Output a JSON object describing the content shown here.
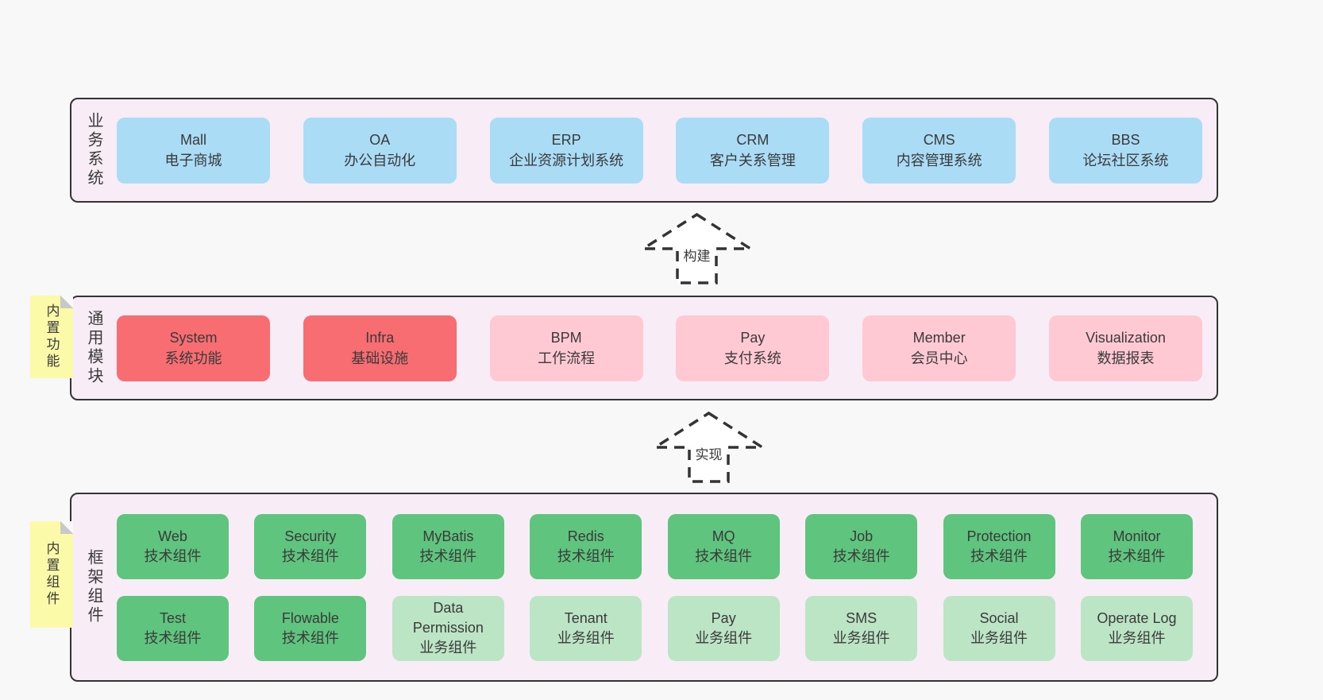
{
  "palette": {
    "page_bg": "#f8f8f8",
    "section_bg": "#f8edf6",
    "section_border": "#333333",
    "blue": "#aadcf6",
    "red": "#f76d72",
    "pink": "#fec9d3",
    "green_dark": "#5fc47d",
    "green_light": "#bce5c5",
    "note_yellow": "#fafaa8",
    "note_fold": "#c8c8c8",
    "text": "#3a3a3a"
  },
  "notes": [
    {
      "label": "内置功能"
    },
    {
      "label": "内置组件"
    }
  ],
  "arrows": [
    {
      "label": "构建"
    },
    {
      "label": "实现"
    }
  ],
  "sections": [
    {
      "label": "业务系统",
      "boxes": [
        {
          "title": "Mall",
          "subtitle": "电子商城"
        },
        {
          "title": "OA",
          "subtitle": "办公自动化"
        },
        {
          "title": "ERP",
          "subtitle": "企业资源计划系统"
        },
        {
          "title": "CRM",
          "subtitle": "客户关系管理"
        },
        {
          "title": "CMS",
          "subtitle": "内容管理系统"
        },
        {
          "title": "BBS",
          "subtitle": "论坛社区系统"
        }
      ]
    },
    {
      "label": "通用模块",
      "boxes": [
        {
          "title": "System",
          "subtitle": "系统功能"
        },
        {
          "title": "Infra",
          "subtitle": "基础设施"
        },
        {
          "title": "BPM",
          "subtitle": "工作流程"
        },
        {
          "title": "Pay",
          "subtitle": "支付系统"
        },
        {
          "title": "Member",
          "subtitle": "会员中心"
        },
        {
          "title": "Visualization",
          "subtitle": "数据报表"
        }
      ]
    },
    {
      "label": "框架组件",
      "rows": [
        [
          {
            "title": "Web",
            "subtitle": "技术组件"
          },
          {
            "title": "Security",
            "subtitle": "技术组件"
          },
          {
            "title": "MyBatis",
            "subtitle": "技术组件"
          },
          {
            "title": "Redis",
            "subtitle": "技术组件"
          },
          {
            "title": "MQ",
            "subtitle": "技术组件"
          },
          {
            "title": "Job",
            "subtitle": "技术组件"
          },
          {
            "title": "Protection",
            "subtitle": "技术组件"
          },
          {
            "title": "Monitor",
            "subtitle": "技术组件"
          }
        ],
        [
          {
            "title": "Test",
            "subtitle": "技术组件"
          },
          {
            "title": "Flowable",
            "subtitle": "技术组件"
          },
          {
            "title": "Data Permission",
            "subtitle": "业务组件"
          },
          {
            "title": "Tenant",
            "subtitle": "业务组件"
          },
          {
            "title": "Pay",
            "subtitle": "业务组件"
          },
          {
            "title": "SMS",
            "subtitle": "业务组件"
          },
          {
            "title": "Social",
            "subtitle": "业务组件"
          },
          {
            "title": "Operate Log",
            "subtitle": "业务组件"
          }
        ]
      ]
    }
  ]
}
